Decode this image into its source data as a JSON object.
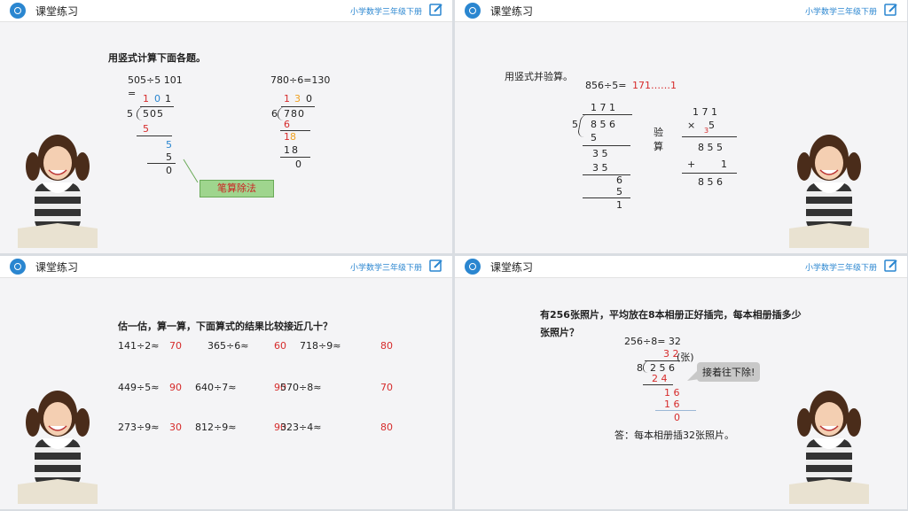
{
  "header": {
    "title": "课堂练习",
    "subtitle": "小学数学三年级下册"
  },
  "slide1": {
    "heading": "用竖式计算下面各题。",
    "eq1": "505÷5  101",
    "eq1b": "=",
    "q1": "1",
    "q2": "0",
    "q3": "1",
    "div": "5",
    "dividend": "505",
    "r1": "5",
    "r2": "5",
    "r3": "5",
    "r4": "0",
    "eq2": "780÷6=130",
    "p1": "1",
    "p2": "3",
    "p3": "0",
    "div2": "6",
    "dividend2": "780",
    "s1": "6",
    "s2": "1",
    "s2b": "8",
    "s3": "18",
    "s4": "0",
    "label": "笔算除法"
  },
  "slide2": {
    "heading": "用竖式并验算。",
    "eq": "856÷5=",
    "ans": "171……1",
    "q": "1 7 1",
    "div": "5",
    "dividend": "8 5 6",
    "l1": "5",
    "l2": "3 5",
    "l3": "3 5",
    "l4": "6",
    "l5": "5",
    "l6": "1",
    "check": "验",
    "check2": "算",
    "m1": "1 7 1",
    "mx": "×",
    "m2": "5",
    "carry": "3",
    "m3": "8 5 5",
    "plus": "+",
    "m4": "1",
    "m5": "8 5 6"
  },
  "slide3": {
    "heading": "估一估，算一算，下面算式的结果比较接近几十？",
    "rows": [
      [
        {
          "q": "141÷2≈",
          "a": "70"
        },
        {
          "q": "365÷6≈",
          "a": "60"
        },
        {
          "q": "718÷9≈",
          "a": "80"
        }
      ],
      [
        {
          "q": "449÷5≈",
          "a": "90"
        },
        {
          "q": "640÷7≈",
          "a": "90"
        },
        {
          "q": "570÷8≈",
          "a": "70"
        }
      ],
      [
        {
          "q": "273÷9≈",
          "a": "30"
        },
        {
          "q": "812÷9≈",
          "a": "90"
        },
        {
          "q": "323÷4≈",
          "a": "80"
        }
      ]
    ]
  },
  "slide4": {
    "heading1": "有256张照片，平均放在8本相册正好插完，每本相册插多少",
    "heading2": "张照片？",
    "eq": "256÷8= 32",
    "q": "3 2",
    "unit": "(张)",
    "div": "8",
    "dividend": "2 5 6",
    "l1": "2 4",
    "l2": "1 6",
    "l3": "1 6",
    "l4": "0",
    "bubble": "接着往下除!",
    "answer": "答：每本相册插32张照片。"
  }
}
